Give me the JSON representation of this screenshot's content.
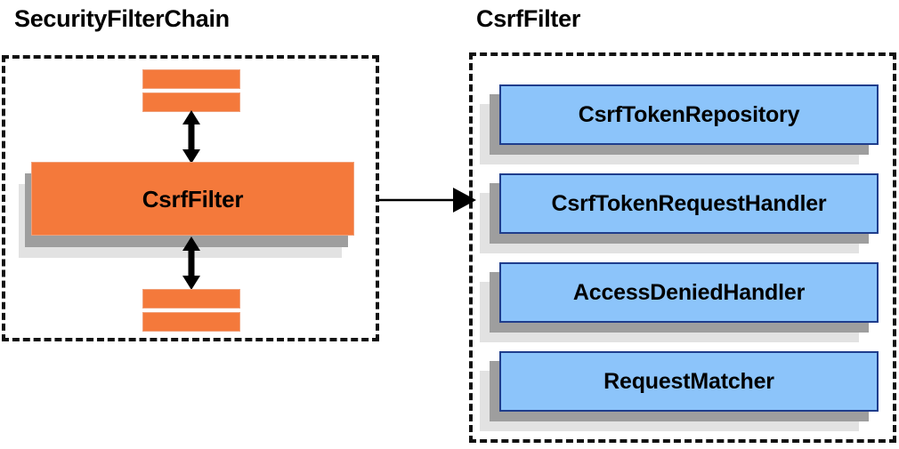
{
  "diagram": {
    "type": "component-relationship-diagram",
    "background_color": "#ffffff",
    "panels": [
      {
        "id": "security-filter-chain",
        "title": "SecurityFilterChain",
        "border_style": "dashed",
        "border_color": "#111111",
        "components": [
          {
            "id": "filter-bar-1",
            "label": "",
            "kind": "anonymous-filter-bar",
            "color": "#f4793b"
          },
          {
            "id": "filter-bar-2",
            "label": "",
            "kind": "anonymous-filter-bar",
            "color": "#f4793b"
          },
          {
            "id": "csrf-filter",
            "label": "CsrfFilter",
            "kind": "highlighted-filter",
            "color": "#f4793b",
            "has_shadow": true
          },
          {
            "id": "filter-bar-3",
            "label": "",
            "kind": "anonymous-filter-bar",
            "color": "#f4793b"
          },
          {
            "id": "filter-bar-4",
            "label": "",
            "kind": "anonymous-filter-bar",
            "color": "#f4793b"
          }
        ]
      },
      {
        "id": "csrf-filter-detail",
        "title": "CsrfFilter",
        "border_style": "dashed",
        "border_color": "#111111",
        "components": [
          {
            "id": "csrf-token-repository",
            "label": "CsrfTokenRepository",
            "color": "#8cc4fa",
            "has_shadow": true
          },
          {
            "id": "csrf-token-request-handler",
            "label": "CsrfTokenRequestHandler",
            "color": "#8cc4fa",
            "has_shadow": true
          },
          {
            "id": "access-denied-handler",
            "label": "AccessDeniedHandler",
            "color": "#8cc4fa",
            "has_shadow": true
          },
          {
            "id": "request-matcher",
            "label": "RequestMatcher",
            "color": "#8cc4fa",
            "has_shadow": true
          }
        ]
      }
    ],
    "connectors": [
      {
        "id": "chain-up-arrow",
        "kind": "vertical-double-arrow",
        "color": "#000000"
      },
      {
        "id": "chain-down-arrow",
        "kind": "vertical-double-arrow",
        "color": "#000000"
      },
      {
        "id": "expand-arrow",
        "kind": "horizontal-arrow",
        "color": "#000000",
        "from": "security-filter-chain",
        "to": "csrf-filter-detail"
      }
    ],
    "colors": {
      "orange": "#f4793b",
      "orange_border": "#f0a07a",
      "blue": "#8cc4fa",
      "blue_border": "#1f3d8c",
      "shadow_dark": "#9e9e9e",
      "shadow_light": "#e2e2e2",
      "line": "#000000"
    }
  }
}
